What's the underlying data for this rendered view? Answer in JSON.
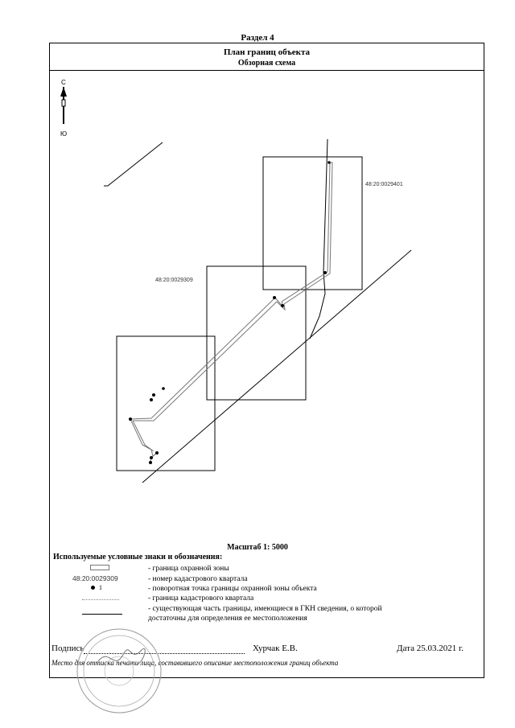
{
  "section_title": "Раздел 4",
  "plan_title": "План границ объекта",
  "plan_subtitle": "Обзорная схема",
  "compass": {
    "north": "С",
    "south": "Ю"
  },
  "cadastral_blocks": [
    "48:20:0029401",
    "48:20:0029309"
  ],
  "scale_label": "Масштаб 1: 5000",
  "legend": {
    "heading": "Используемые условные знаки и обозначения:",
    "items": [
      "- граница охранной  зоны",
      "- номер кадастрового квартала",
      "- поворотная точка границы охранной зоны объекта",
      "- граница кадастрового квартала",
      "- существующая часть границы, имеющиеся в ГКН сведения, о которой достаточны для определения ее местоположения"
    ],
    "sample_block_number": "48:20:0029309",
    "sample_point_number": "1"
  },
  "signature": {
    "label": "Подпись",
    "name": "Хурчак Е.В.",
    "date": "Дата 25.03.2021 г."
  },
  "place_note": "Место для оттиска печати лица, составившего описание местоположения границ объекта"
}
